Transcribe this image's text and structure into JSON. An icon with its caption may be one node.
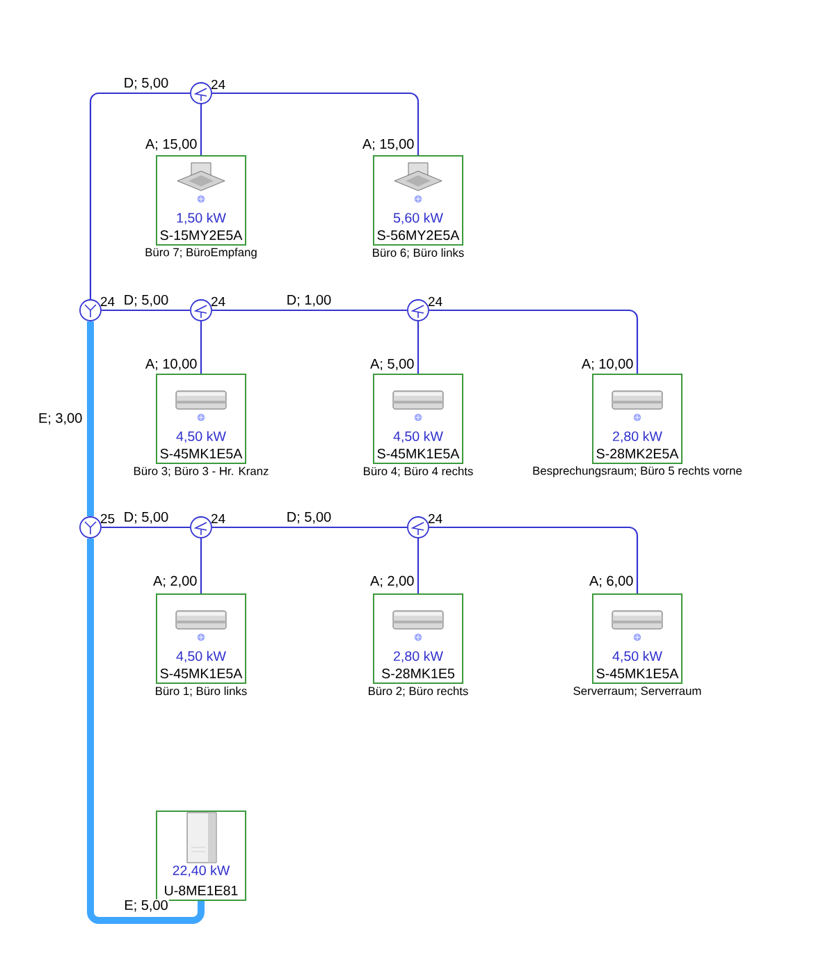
{
  "diagram": {
    "nodes": [
      {
        "text": [
          "24"
        ]
      },
      {
        "text": [
          "1,50 kW",
          "S-15MY2E5A"
        ],
        "beside": [
          "Büro 7; BüroEmpfang"
        ]
      },
      {
        "text": [
          "5,60 kW",
          "S-56MY2E5A"
        ],
        "beside": [
          "Büro 6; Büro links"
        ]
      },
      {
        "text": [
          "24"
        ]
      },
      {
        "text": [
          "24"
        ]
      },
      {
        "text": [
          "24"
        ]
      },
      {
        "text": [
          "4,50 kW",
          "S-45MK1E5A"
        ],
        "beside": [
          "Büro 3; Büro 3 - Hr. Kranz"
        ]
      },
      {
        "text": [
          "4,50 kW",
          "S-45MK1E5A"
        ],
        "beside": [
          "Büro 4; Büro 4 rechts"
        ]
      },
      {
        "text": [
          "2,80 kW",
          "S-28MK2E5A"
        ],
        "beside": [
          "Besprechungsraum; Büro 5 rechts vorne"
        ]
      },
      {
        "text": [
          "25"
        ]
      },
      {
        "text": [
          "24"
        ]
      },
      {
        "text": [
          "24"
        ]
      },
      {
        "text": [
          "4,50 kW",
          "S-45MK1E5A"
        ],
        "beside": [
          "Büro 1; Büro links"
        ]
      },
      {
        "text": [
          "2,80 kW",
          "S-28MK1E5"
        ],
        "beside": [
          "Büro 2; Büro rechts"
        ]
      },
      {
        "text": [
          "4,50 kW",
          "S-45MK1E5A"
        ],
        "beside": [
          "Serverraum; Serverraum"
        ]
      },
      {
        "text": [
          "22,40 kW",
          "U-8ME1E81"
        ]
      }
    ],
    "edges": [
      {
        "from": 15,
        "to": 9,
        "arrow": "none",
        "label": "E; 5,00",
        "style": "thick",
        "color": "#3ea6ff"
      },
      {
        "from": 9,
        "to": 3,
        "arrow": "none",
        "label": "E; 3,00",
        "style": "thick",
        "color": "#3ea6ff"
      },
      {
        "from": 3,
        "to": 0,
        "arrow": "none",
        "label": "D; 5,00"
      },
      {
        "from": 0,
        "to": 1,
        "arrow": "none",
        "label": "A; 15,00"
      },
      {
        "from": 0,
        "to": 2,
        "arrow": "none",
        "label": "A; 15,00"
      },
      {
        "from": 3,
        "to": 4,
        "arrow": "none",
        "label": "D; 5,00"
      },
      {
        "from": 4,
        "to": 6,
        "arrow": "none",
        "label": "A; 10,00"
      },
      {
        "from": 4,
        "to": 5,
        "arrow": "none",
        "label": "D; 1,00"
      },
      {
        "from": 5,
        "to": 7,
        "arrow": "none",
        "label": "A; 5,00"
      },
      {
        "from": 5,
        "to": 8,
        "arrow": "none",
        "label": "A; 10,00"
      },
      {
        "from": 9,
        "to": 10,
        "arrow": "none",
        "label": "D; 5,00"
      },
      {
        "from": 10,
        "to": 12,
        "arrow": "none",
        "label": "A; 2,00"
      },
      {
        "from": 10,
        "to": 11,
        "arrow": "none",
        "label": "D; 5,00"
      },
      {
        "from": 11,
        "to": 13,
        "arrow": "none",
        "label": "A; 2,00"
      },
      {
        "from": 11,
        "to": 14,
        "arrow": "none",
        "label": "A; 6,00"
      }
    ]
  }
}
